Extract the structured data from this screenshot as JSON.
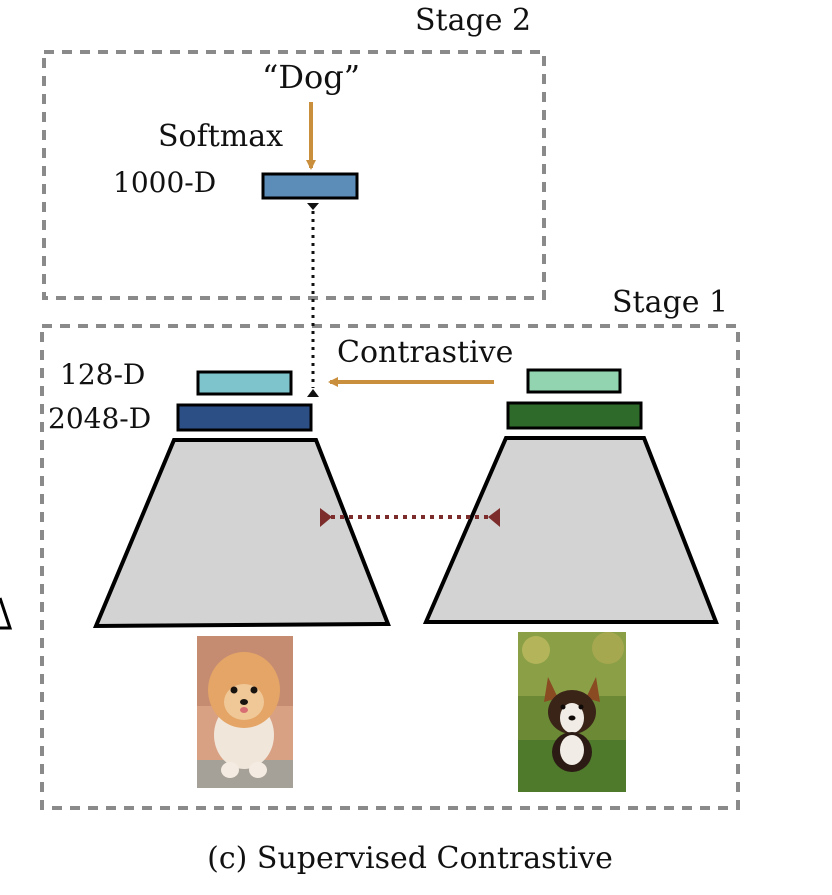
{
  "stages": {
    "stage2": "Stage 2",
    "stage1": "Stage 1"
  },
  "labels": {
    "class_label": "“Dog”",
    "softmax": "Softmax",
    "dim_1000": "1000-D",
    "dim_128": "128-D",
    "dim_2048": "2048-D",
    "contrastive": "Contrastive"
  },
  "caption": "(c) Supervised Contrastive",
  "images": {
    "left": "pomeranian-puppy-photo",
    "right": "corgi-on-grass-photo"
  },
  "colors": {
    "softmax_layer": "#5b8db8",
    "proj_left": "#7ec4cc",
    "embed_left": "#2c4f86",
    "proj_right": "#93d4b0",
    "embed_right": "#2e6b2a",
    "encoder_fill": "#d3d3d3",
    "orange_arrow": "#c98f3c",
    "dotted_link": "#7d2c2c",
    "dashed_box": "#8a8a8a"
  }
}
